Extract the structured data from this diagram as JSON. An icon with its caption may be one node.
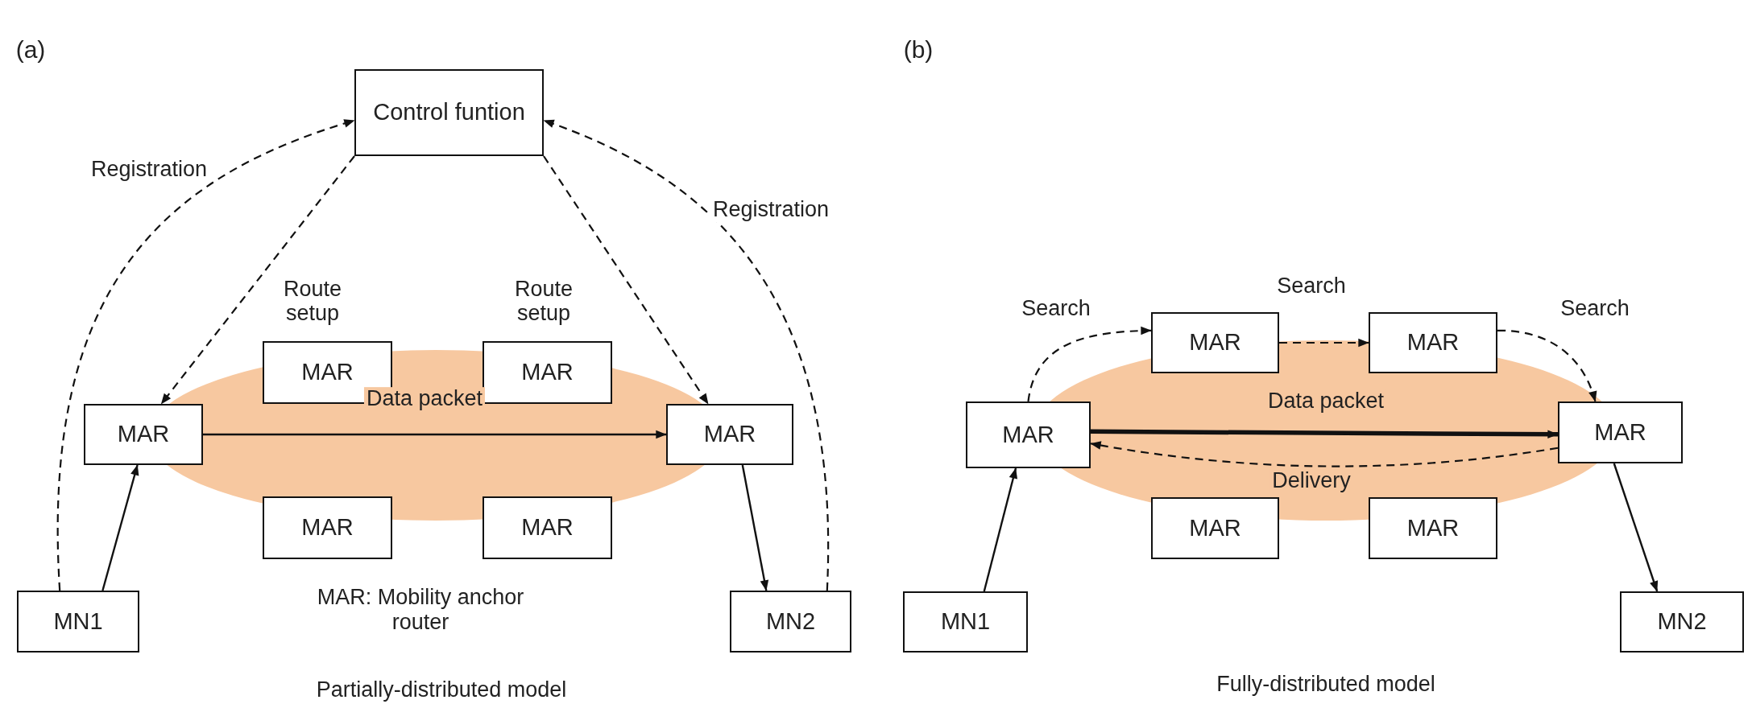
{
  "diagram": {
    "nodes": [
      {
        "text": [
          "Control funtion"
        ]
      },
      {
        "text": [
          "MAR"
        ]
      },
      {
        "text": [
          "MAR"
        ]
      },
      {
        "text": [
          "MAR"
        ]
      },
      {
        "text": [
          "MAR"
        ]
      },
      {
        "text": [
          "MAR"
        ]
      },
      {
        "text": [
          "MAR"
        ]
      },
      {
        "text": [
          "MN1"
        ]
      },
      {
        "text": [
          "MN2"
        ]
      },
      {
        "text": [
          "MAR"
        ]
      },
      {
        "text": [
          "MAR"
        ]
      },
      {
        "text": [
          "MAR"
        ]
      },
      {
        "text": [
          "MAR"
        ]
      },
      {
        "text": [
          "MAR"
        ]
      },
      {
        "text": [
          "MAR"
        ]
      },
      {
        "text": [
          "MN1"
        ]
      },
      {
        "text": [
          "MN2"
        ]
      }
    ],
    "edges": [
      {
        "from": 7,
        "to": 0,
        "arrow": "to",
        "label": "Registration",
        "style": "dashed"
      },
      {
        "from": 0,
        "to": 3,
        "arrow": "to",
        "label": "Route setup",
        "style": "dashed"
      },
      {
        "from": 0,
        "to": 4,
        "arrow": "to",
        "label": "Route setup",
        "style": "dashed"
      },
      {
        "from": 8,
        "to": 0,
        "arrow": "to",
        "label": "Registration",
        "style": "dashed"
      },
      {
        "from": 3,
        "to": 4,
        "arrow": "to",
        "label": "Data packet"
      },
      {
        "from": 7,
        "to": 3,
        "arrow": "to"
      },
      {
        "from": 4,
        "to": 8,
        "arrow": "to"
      },
      {
        "from": 11,
        "to": 9,
        "arrow": "to",
        "label": "Search",
        "style": "dashed"
      },
      {
        "from": 9,
        "to": 10,
        "arrow": "to",
        "label": "Search",
        "style": "dashed"
      },
      {
        "from": 10,
        "to": 12,
        "arrow": "to",
        "label": "Search",
        "style": "dashed"
      },
      {
        "from": 11,
        "to": 12,
        "arrow": "to",
        "label": "Data packet",
        "style": "thick"
      },
      {
        "from": 12,
        "to": 11,
        "arrow": "to",
        "label": "Delivery",
        "style": "dashed"
      },
      {
        "from": 15,
        "to": 11,
        "arrow": "to"
      },
      {
        "from": 12,
        "to": 16,
        "arrow": "to"
      }
    ],
    "labels": [
      "(a)",
      "MAR: Mobility anchor router",
      "Partially-distributed model",
      "(b)",
      "Fully-distributed model"
    ]
  }
}
